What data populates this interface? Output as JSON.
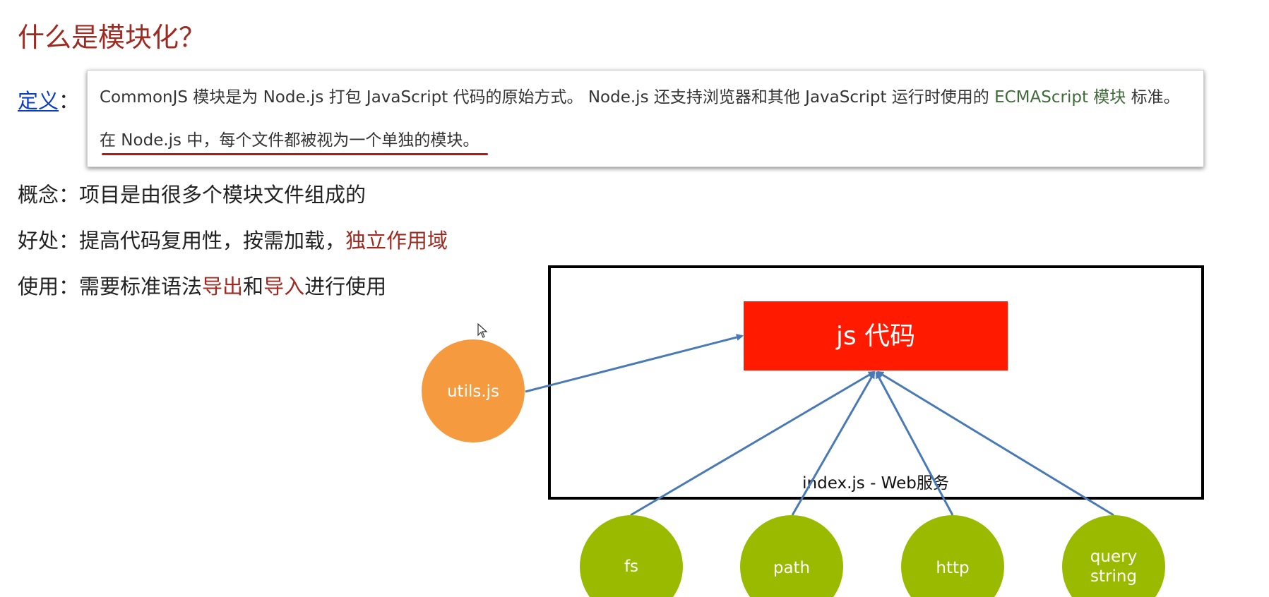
{
  "title": "什么是模块化？",
  "definition": {
    "label": "定义",
    "colon": "：",
    "quote_line1_part1": "CommonJS 模块是为 Node.js 打包 JavaScript 代码的原始方式。 Node.js 还支持浏览器和其他 JavaScript 运行时使用的 ",
    "quote_line1_link": "ECMAScript 模块",
    "quote_line1_part2": " 标准。",
    "quote_line2": "在 Node.js 中，每个文件都被视为一个单独的模块。"
  },
  "concept": {
    "label": "概念：",
    "text": "项目是由很多个模块文件组成的"
  },
  "benefit": {
    "label": "好处：",
    "text": "提高代码复用性，按需加载，",
    "highlight": "独立作用域"
  },
  "usage": {
    "label": "使用：",
    "text1": "需要标准语法",
    "highlight1": "导出",
    "text2": "和",
    "highlight2": "导入",
    "text3": "进行使用"
  },
  "diagram": {
    "container_label": "index.js - Web服务",
    "core_box_label": "js 代码",
    "utils_label": "utils.js",
    "modules": [
      "fs",
      "path",
      "http"
    ],
    "querystring_line1": "query",
    "querystring_line2": "string",
    "colors": {
      "core_box": "#ff1a00",
      "utils_circle": "#f59a3e",
      "module_circle": "#9aba00",
      "arrow": "#4a7ab5",
      "title": "#9e2a21",
      "highlight": "#9e2a21",
      "link": "#0a3cc8",
      "ecmascript": "#3f6b3a",
      "underline": "#b11a1a"
    }
  }
}
